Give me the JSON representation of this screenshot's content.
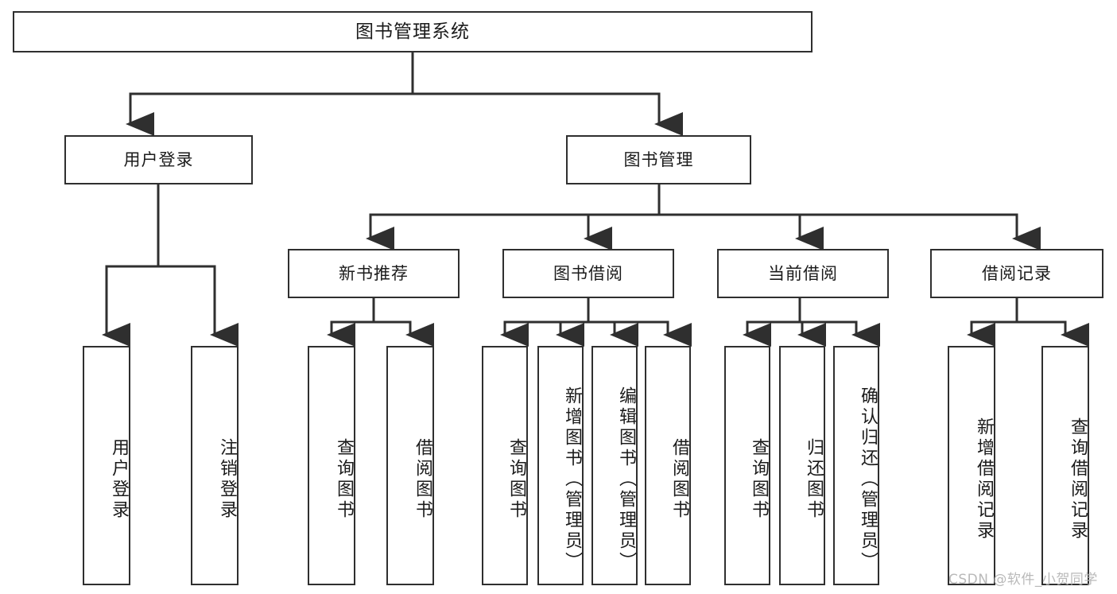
{
  "diagram": {
    "type": "tree-hierarchy",
    "title": "图书管理系统",
    "watermark": "CSDN @软件_小贺同学",
    "colors": {
      "stroke": "#2f2f2f",
      "fill": "#ffffff",
      "text": "#1b1b1b",
      "watermark": "#b9b9b9"
    },
    "levels": {
      "root": "图书管理系统",
      "level2": [
        "用户登录",
        "图书管理"
      ],
      "level3": [
        "新书推荐",
        "图书借阅",
        "当前借阅",
        "借阅记录"
      ]
    },
    "nodes": {
      "root": {
        "label": "图书管理系统"
      },
      "user_login": {
        "label": "用户登录"
      },
      "book_manage": {
        "label": "图书管理"
      },
      "new_book_rec": {
        "label": "新书推荐"
      },
      "book_borrow": {
        "label": "图书借阅"
      },
      "current_borrow": {
        "label": "当前借阅"
      },
      "borrow_record": {
        "label": "借阅记录"
      }
    },
    "leaves": {
      "user_login": [
        {
          "label": "用户登录"
        },
        {
          "label": "注销登录"
        }
      ],
      "new_book_rec": [
        {
          "label": "查询图书"
        },
        {
          "label": "借阅图书"
        }
      ],
      "book_borrow": [
        {
          "label": "查询图书"
        },
        {
          "label": "新增图书（管理员）"
        },
        {
          "label": "编辑图书（管理员）"
        },
        {
          "label": "借阅图书"
        }
      ],
      "current_borrow": [
        {
          "label": "查询图书"
        },
        {
          "label": "归还图书"
        },
        {
          "label": "确认归还（管理员）"
        }
      ],
      "borrow_record": [
        {
          "label": "新增借阅记录"
        },
        {
          "label": "查询借阅记录"
        }
      ]
    }
  }
}
